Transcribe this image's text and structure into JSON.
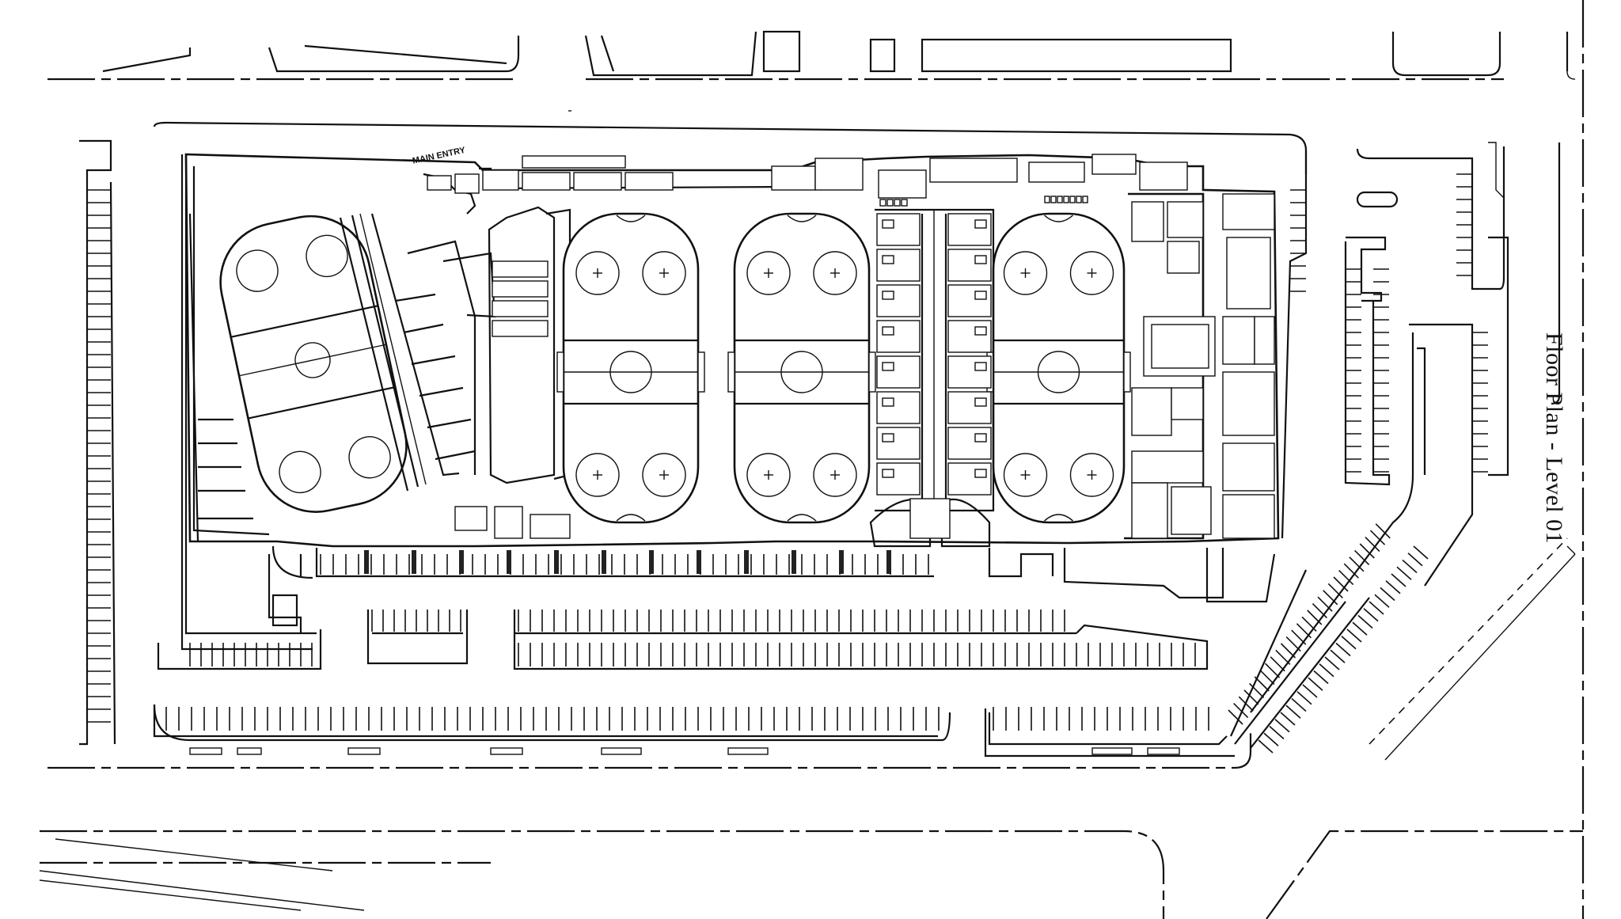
{
  "drawing": {
    "title": "Floor Plan - Level 01",
    "entry_label": "MAIN ENTRY"
  },
  "rinks": [
    {
      "id": "rink-1",
      "orientation": "rotated"
    },
    {
      "id": "rink-2",
      "orientation": "vertical"
    },
    {
      "id": "rink-3",
      "orientation": "vertical"
    },
    {
      "id": "rink-4",
      "orientation": "vertical"
    }
  ],
  "colors": {
    "linework": "#111111",
    "background": "#ffffff"
  },
  "icons": [
    "north-parking-rows",
    "faceoff-circle",
    "stall-line"
  ]
}
